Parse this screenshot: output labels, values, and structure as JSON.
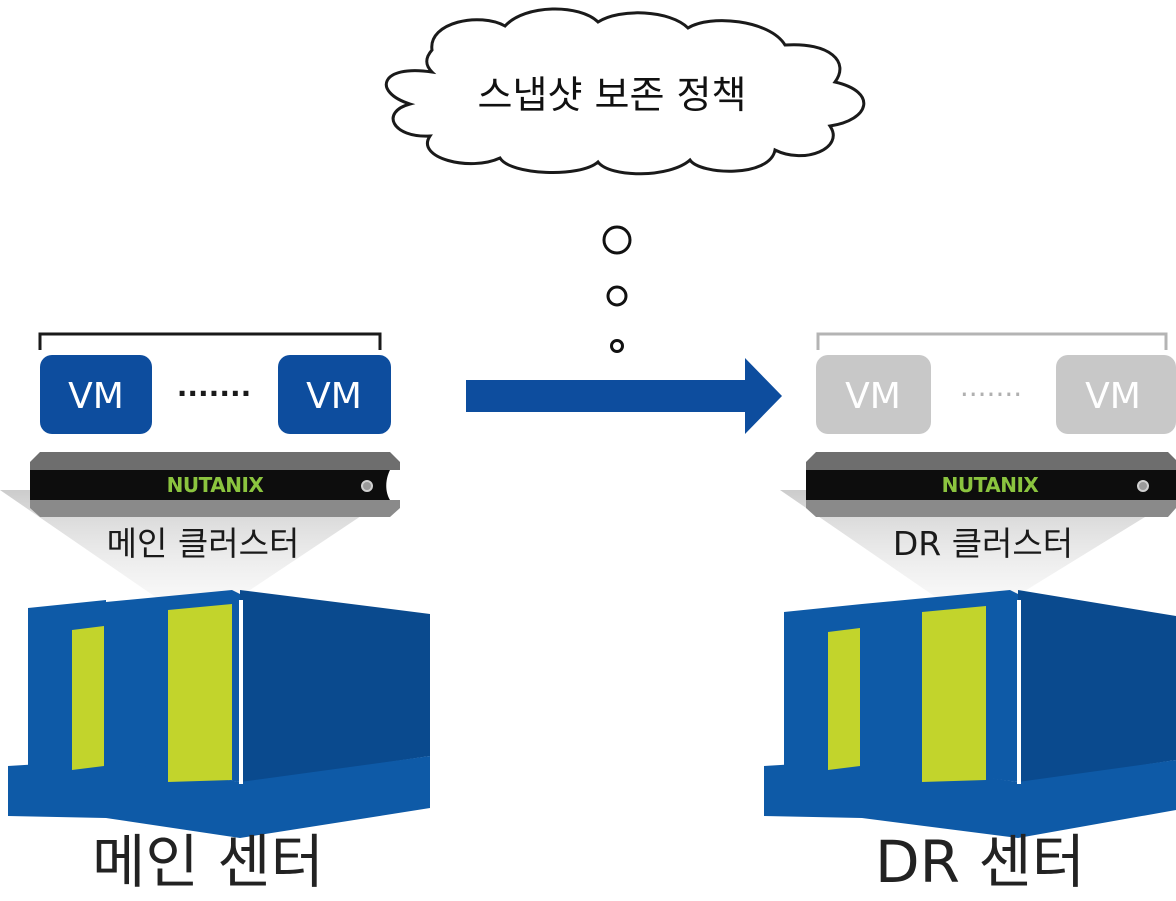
{
  "cloud": {
    "text": "스냅샷 보존 정책"
  },
  "main_site": {
    "vm_left": "VM",
    "vm_dots": ".......",
    "vm_right": "VM",
    "brand": "NUTANIX",
    "cluster_label": "메인 클러스터",
    "center_label": "메인 센터"
  },
  "dr_site": {
    "vm_left": "VM",
    "vm_dots": ".......",
    "vm_right": "VM",
    "brand": "NUTANIX",
    "cluster_label": "DR 클러스터",
    "center_label": "DR 센터"
  },
  "colors": {
    "primary_blue": "#0d4d9e",
    "building_blue": "#0e5aa7",
    "building_dark": "#0a4a8e",
    "window_green": "#c2d42c",
    "inactive_vm": "#c8c8c8",
    "brand_green": "#8bc43f",
    "brand_navy": "#1f3d8a"
  }
}
